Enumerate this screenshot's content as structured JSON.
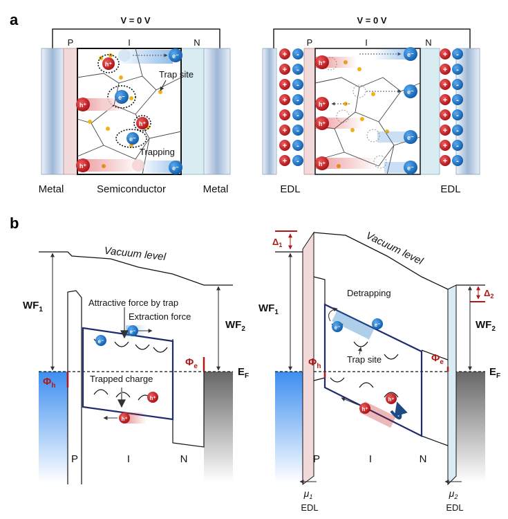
{
  "panels": {
    "a": "a",
    "b": "b"
  },
  "panel_a": {
    "left": {
      "voltage": "V = 0 V",
      "region_p": "P",
      "region_i": "I",
      "region_n": "N",
      "trap_site": "Trap site",
      "trapping": "Trapping",
      "metal_left": "Metal",
      "semiconductor": "Semiconductor",
      "metal_right": "Metal"
    },
    "right": {
      "voltage": "V = 0 V",
      "region_p": "P",
      "region_i": "I",
      "region_n": "N",
      "edl_left": "EDL",
      "edl_right": "EDL"
    },
    "carriers": {
      "hole": "h⁺",
      "electron": "e⁻",
      "plus": "+",
      "minus": "-"
    }
  },
  "panel_b": {
    "left": {
      "vacuum_level": "Vacuum level",
      "wf1": "WF",
      "wf1_sub": "1",
      "wf2": "WF",
      "wf2_sub": "2",
      "attractive_force": "Attractive force by trap",
      "extraction_force": "Extraction force",
      "trapped_charge": "Trapped charge",
      "phi_h": "Φ",
      "phi_h_sub": "h",
      "phi_e": "Φ",
      "phi_e_sub": "e",
      "ef": "E",
      "ef_sub": "F",
      "region_p": "P",
      "region_i": "I",
      "region_n": "N"
    },
    "right": {
      "vacuum_level": "Vacuum level",
      "wf1": "WF",
      "wf1_sub": "1",
      "wf2": "WF",
      "wf2_sub": "2",
      "delta1": "Δ",
      "delta1_sub": "1",
      "delta2": "Δ",
      "delta2_sub": "2",
      "detrapping": "Detrapping",
      "trap_site": "Trap site",
      "phi_h": "Φ",
      "phi_h_sub": "h",
      "phi_e": "Φ",
      "phi_e_sub": "e",
      "ef": "E",
      "ef_sub": "F",
      "region_p": "P",
      "region_i": "I",
      "region_n": "N",
      "mu1": "μ",
      "mu1_sub": "1",
      "mu2": "μ",
      "mu2_sub": "2",
      "edl_left": "EDL",
      "edl_right": "EDL"
    }
  },
  "colors": {
    "hole": "#c0161c",
    "electron": "#1a73c2",
    "band_edge": "#1e2a6e",
    "accent_red": "#b01818",
    "p_region": "#f3dada",
    "n_region": "#d8ecf2",
    "metal": "#aec3dc",
    "trap_dot": "#f2b114"
  }
}
